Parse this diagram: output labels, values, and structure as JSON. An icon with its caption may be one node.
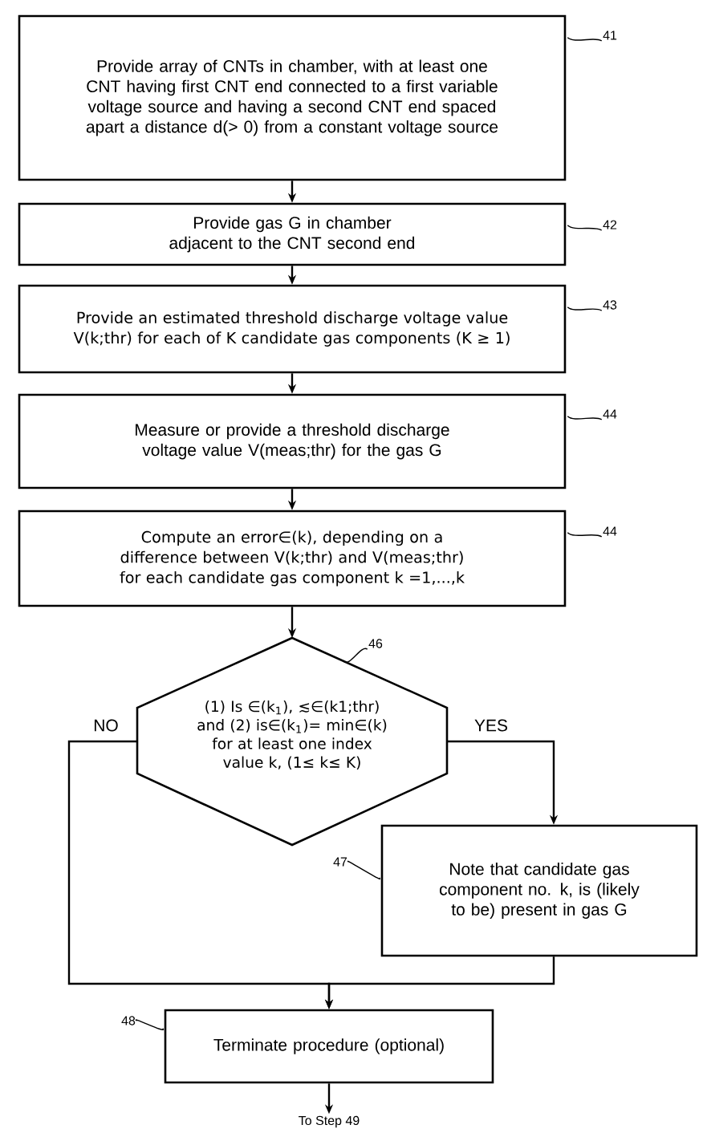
{
  "diagram": {
    "nodes": [
      {
        "text": [
          "Provide array of  CNTs in chamber, with at least one CNT having first CNT end connected to a first variable voltage source and having a second CNT end spaced apart a distance d(> 0) from a constant voltage source"
        ]
      },
      {
        "text": [
          "Provide gas G in chamber adjacent to the CNT second end"
        ]
      },
      {
        "text": [
          "Provide an estimated threshold discharge voltage value V(k;thr) for each of K candidate gas components (K ≥ 1)"
        ]
      },
      {
        "text": [
          "Measure or provide a threshold discharge voltage value V(meas;thr) for the gas G"
        ]
      },
      {
        "text": [
          "Compute an error∈(k), depending on a difference between V(k;thr) and V(meas;thr) for each candidate gas component k =1,...,k"
        ]
      },
      {
        "text": [
          "(1) Is ∈(k$_{1}$), ≲∈(k1;thr) and (2) is∈(k$_{1}$)= min∈(k) for at least one index value k, (1≤ k≤ K)"
        ]
      },
      {
        "text": [
          "Note that candidate gas component no. k, is (likely to be) present in gas G"
        ]
      },
      {
        "text": [
          "Terminate procedure (optional)"
        ]
      },
      {
        "text": [
          "To Step 49"
        ]
      },
      {
        "text": [
          "41"
        ]
      },
      {
        "text": [
          "42"
        ]
      },
      {
        "text": [
          "43"
        ]
      },
      {
        "text": [
          "44"
        ]
      },
      {
        "text": [
          "44"
        ]
      },
      {
        "text": [
          "46"
        ]
      },
      {
        "text": [
          "47"
        ]
      },
      {
        "text": [
          "48"
        ]
      }
    ],
    "edges": [
      {
        "from": 0,
        "to": 1,
        "arrow": "to"
      },
      {
        "from": 1,
        "to": 2,
        "arrow": "to"
      },
      {
        "from": 2,
        "to": 3,
        "arrow": "to"
      },
      {
        "from": 3,
        "to": 4,
        "arrow": "to"
      },
      {
        "from": 4,
        "to": 5,
        "arrow": "to"
      },
      {
        "from": 5,
        "to": 7,
        "arrow": "to",
        "label": "NO"
      },
      {
        "from": 5,
        "to": 6,
        "arrow": "to",
        "label": "YES"
      },
      {
        "from": 6,
        "to": 7,
        "arrow": "to"
      },
      {
        "from": 7,
        "to": 8,
        "arrow": "to"
      },
      {
        "from": 9,
        "to": 0,
        "arrow": "none"
      },
      {
        "from": 10,
        "to": 1,
        "arrow": "none"
      },
      {
        "from": 11,
        "to": 2,
        "arrow": "none"
      },
      {
        "from": 12,
        "to": 3,
        "arrow": "none"
      },
      {
        "from": 13,
        "to": 4,
        "arrow": "none"
      },
      {
        "from": 14,
        "to": 5,
        "arrow": "none"
      },
      {
        "from": 15,
        "to": 6,
        "arrow": "none"
      },
      {
        "from": 16,
        "to": 7,
        "arrow": "none"
      }
    ]
  }
}
